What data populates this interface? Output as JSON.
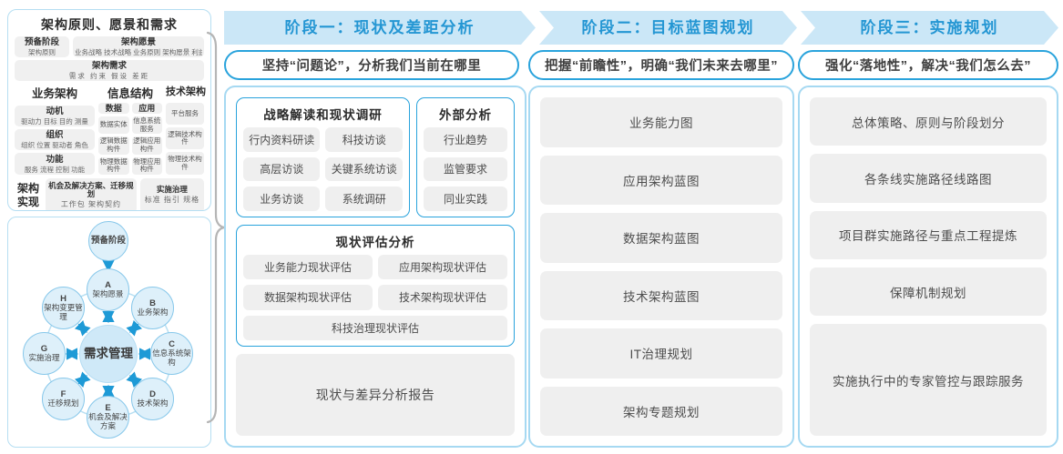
{
  "colors": {
    "band_bg": "#cbe7f7",
    "band_text": "#2496d3",
    "accent_border": "#29a3dc",
    "panel_border": "#a6d9f2",
    "item_bg": "#efefef",
    "item_text": "#4d4d4d",
    "arrow_blue": "#1e9ad6",
    "brace_gray": "#b5b5b5",
    "circle_fill": "#def0fa",
    "circle_border": "#86c7ea"
  },
  "left_top": {
    "title": "架构原则、愿景和需求",
    "prep": {
      "title": "预备阶段",
      "detail": "架构原则"
    },
    "vision": {
      "title": "架构愿景",
      "detail": "业务战略 技术战略 业务原则 架构愿景 利益相关者"
    },
    "requirements": {
      "title": "架构需求",
      "detail": "需求  约束  假设  差距"
    },
    "biz": {
      "title": "业务架构",
      "groups": [
        {
          "title": "动机",
          "detail": "驱动力 目标 目的 测量"
        },
        {
          "title": "组织",
          "detail": "组织 位置 驱动者 角色"
        },
        {
          "title": "功能",
          "detail": "服务 流程 控制 功能"
        }
      ]
    },
    "info": {
      "title": "信息结构",
      "data": {
        "title": "数据",
        "items": [
          "数据实体",
          "逻辑数据构件",
          "物理数据构件"
        ]
      },
      "app": {
        "title": "应用",
        "items": [
          "信息系统服务",
          "逻辑应用构件",
          "物理应用构件"
        ]
      }
    },
    "tech": {
      "title": "技术架构",
      "items": [
        "平台服务",
        "逻辑技术构件",
        "物理技术构件"
      ]
    },
    "impl": {
      "label": "架构实现",
      "box1": {
        "title": "机会及解决方案、迁移规划",
        "detail": "工作包  架构契约"
      },
      "box2": {
        "title": "实施治理",
        "detail": "标准  指引  规格"
      }
    }
  },
  "adm": {
    "prep": "预备阶段",
    "center": "需求管理",
    "nodes": [
      {
        "letter": "A",
        "label": "架构愿景"
      },
      {
        "letter": "B",
        "label": "业务架构"
      },
      {
        "letter": "C",
        "label": "信息系统架构"
      },
      {
        "letter": "D",
        "label": "技术架构"
      },
      {
        "letter": "E",
        "label": "机会及解决方案"
      },
      {
        "letter": "F",
        "label": "迁移规划"
      },
      {
        "letter": "G",
        "label": "实施治理"
      },
      {
        "letter": "H",
        "label": "架构变更管理"
      }
    ]
  },
  "phases": [
    {
      "header": "阶段一：现状及差距分析",
      "subtitle": "坚持“问题论”，分析我们当前在哪里",
      "strategic": {
        "title": "战略解读和现状调研",
        "items": [
          "行内资料研读",
          "科技访谈",
          "高层访谈",
          "关键系统访谈",
          "业务访谈",
          "系统调研"
        ]
      },
      "external": {
        "title": "外部分析",
        "items": [
          "行业趋势",
          "监管要求",
          "同业实践"
        ]
      },
      "assessment": {
        "title": "现状评估分析",
        "items": [
          "业务能力现状评估",
          "应用架构现状评估",
          "数据架构现状评估",
          "技术架构现状评估",
          "科技治理现状评估"
        ]
      },
      "report": "现状与差异分析报告"
    },
    {
      "header": "阶段二：目标蓝图规划",
      "subtitle": "把握“前瞻性”，明确“我们未来去哪里”",
      "items": [
        "业务能力图",
        "应用架构蓝图",
        "数据架构蓝图",
        "技术架构蓝图",
        "IT治理规划",
        "架构专题规划"
      ]
    },
    {
      "header": "阶段三：实施规划",
      "subtitle": "强化“落地性”，解决“我们怎么去”",
      "items": [
        "总体策略、原则与阶段划分",
        "各条线实施路径线路图",
        "项目群实施路径与重点工程提炼",
        "保障机制规划",
        "实施执行中的专家管控与跟踪服务"
      ]
    }
  ]
}
